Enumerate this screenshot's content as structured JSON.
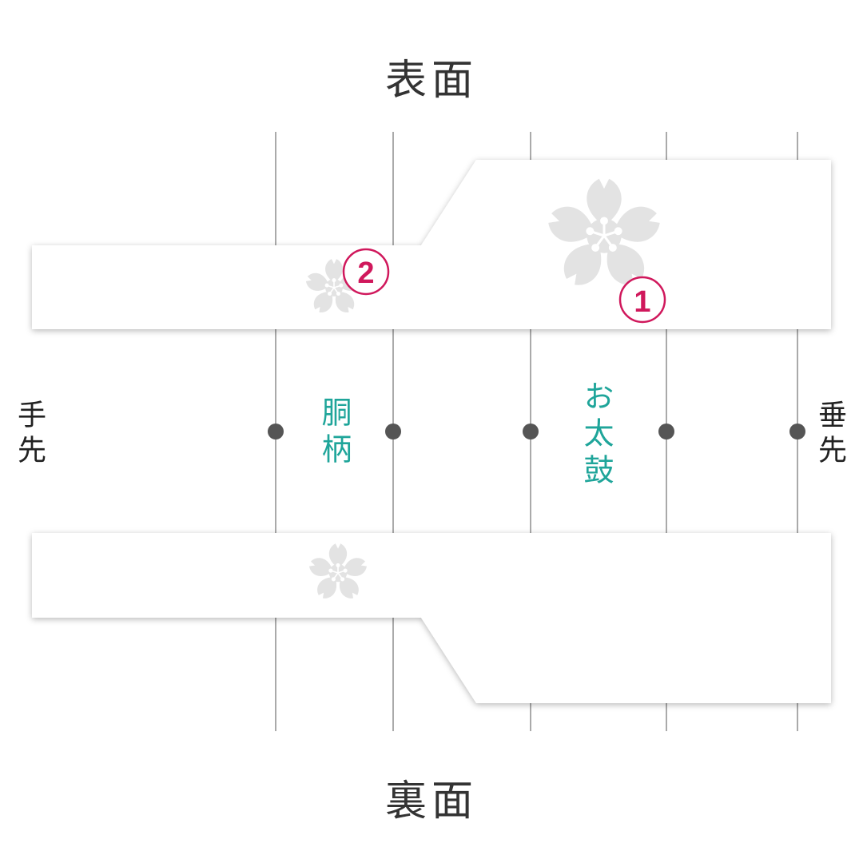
{
  "header": {
    "front_label": "表面",
    "back_label": "裏面"
  },
  "ends": {
    "left": "手先",
    "right": "垂先"
  },
  "sections": {
    "dogara": "胴柄",
    "otaiko": "お太鼓"
  },
  "markers": [
    "1",
    "2"
  ],
  "colors": {
    "guide_line": "#555555",
    "dot": "#555555",
    "section_text": "#1fa59a",
    "marker": "#d0185c",
    "flower": "#e3e3e3",
    "band_fill": "#ffffff"
  },
  "icons": {
    "flower": "sakura-blossom-icon"
  }
}
